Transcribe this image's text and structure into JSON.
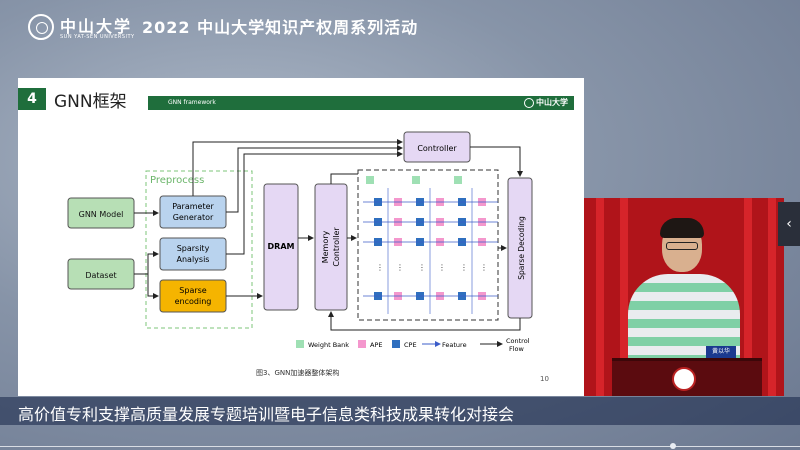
{
  "header": {
    "logo_cn": "中山大学",
    "logo_en": "SUN YAT-SEN UNIVERSITY",
    "title": "2022 中山大学知识产权周系列活动"
  },
  "slide": {
    "number": "4",
    "title": "GNN框架",
    "subtitle": "GNN framework",
    "bar_logo": "中山大学",
    "caption": "图3、GNN加速器整体架构",
    "page": "10",
    "diagram": {
      "preprocess_label": "Preprocess",
      "gnn_model": "GNN Model",
      "dataset": "Dataset",
      "param_gen_1": "Parameter",
      "param_gen_2": "Generator",
      "sparsity_1": "Sparsity",
      "sparsity_2": "Analysis",
      "sparse_enc_1": "Sparse",
      "sparse_enc_2": "encoding",
      "dram": "DRAM",
      "memory_1": "Memory",
      "memory_2": "Controller",
      "controller": "Controller",
      "sparse_decoding": "Sparse Decoding",
      "legend_weight": "Weight Bank",
      "legend_ape": "APE",
      "legend_cpe": "CPE",
      "legend_feature": "Feature",
      "legend_control_1": "Control",
      "legend_control_2": "Flow"
    }
  },
  "speaker": {
    "name_card": "黄以华"
  },
  "banner": {
    "text": "高价值专利支撑高质量发展专题培训暨电子信息类科技成果转化对接会"
  },
  "colors": {
    "slide_green": "#1f6e3c",
    "box_green": "#b7dfb5",
    "box_blue": "#b9d3ee",
    "box_orange": "#f5b400",
    "box_purple": "#e5d8f4",
    "weight_bank": "#9fe0b4",
    "ape": "#f497cd",
    "cpe": "#2f6fbf",
    "banner_bg": "#14234699"
  },
  "icons": {
    "side_toggle": "chevron-left-icon"
  }
}
